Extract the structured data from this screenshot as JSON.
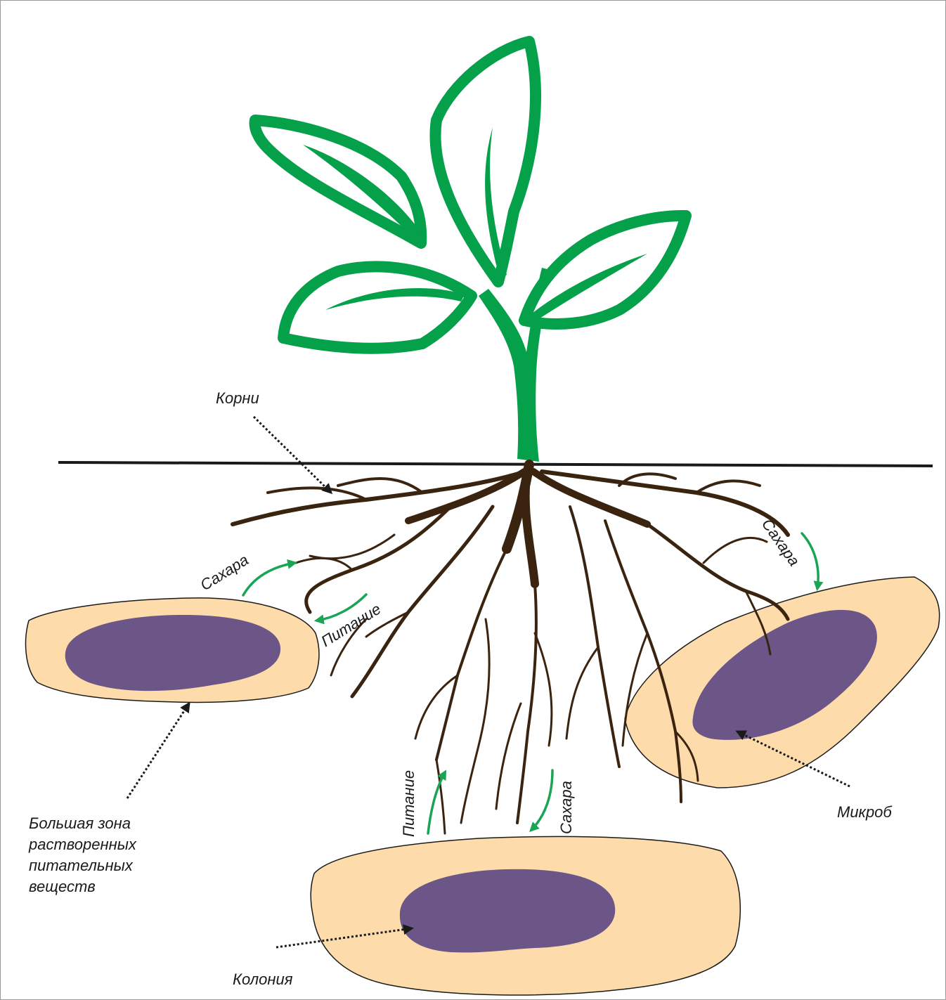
{
  "labels": {
    "roots": "Корни",
    "sugars_left": "Сахара",
    "nutrition_left": "Питание",
    "sugars_right": "Сахара",
    "nutrition_bottom": "Питание",
    "sugars_bottom": "Сахара",
    "zone_line1": "Большая зона",
    "zone_line2": "растворенных",
    "zone_line3": "питательных",
    "zone_line4": "веществ",
    "microbe": "Микроб",
    "colony": "Колония"
  },
  "colors": {
    "plant_green": "#05a04a",
    "arrow_green": "#1aa456",
    "root_brown": "#3a2410",
    "zone_fill": "#fddbaa",
    "microbe_purple": "#6b5687"
  }
}
